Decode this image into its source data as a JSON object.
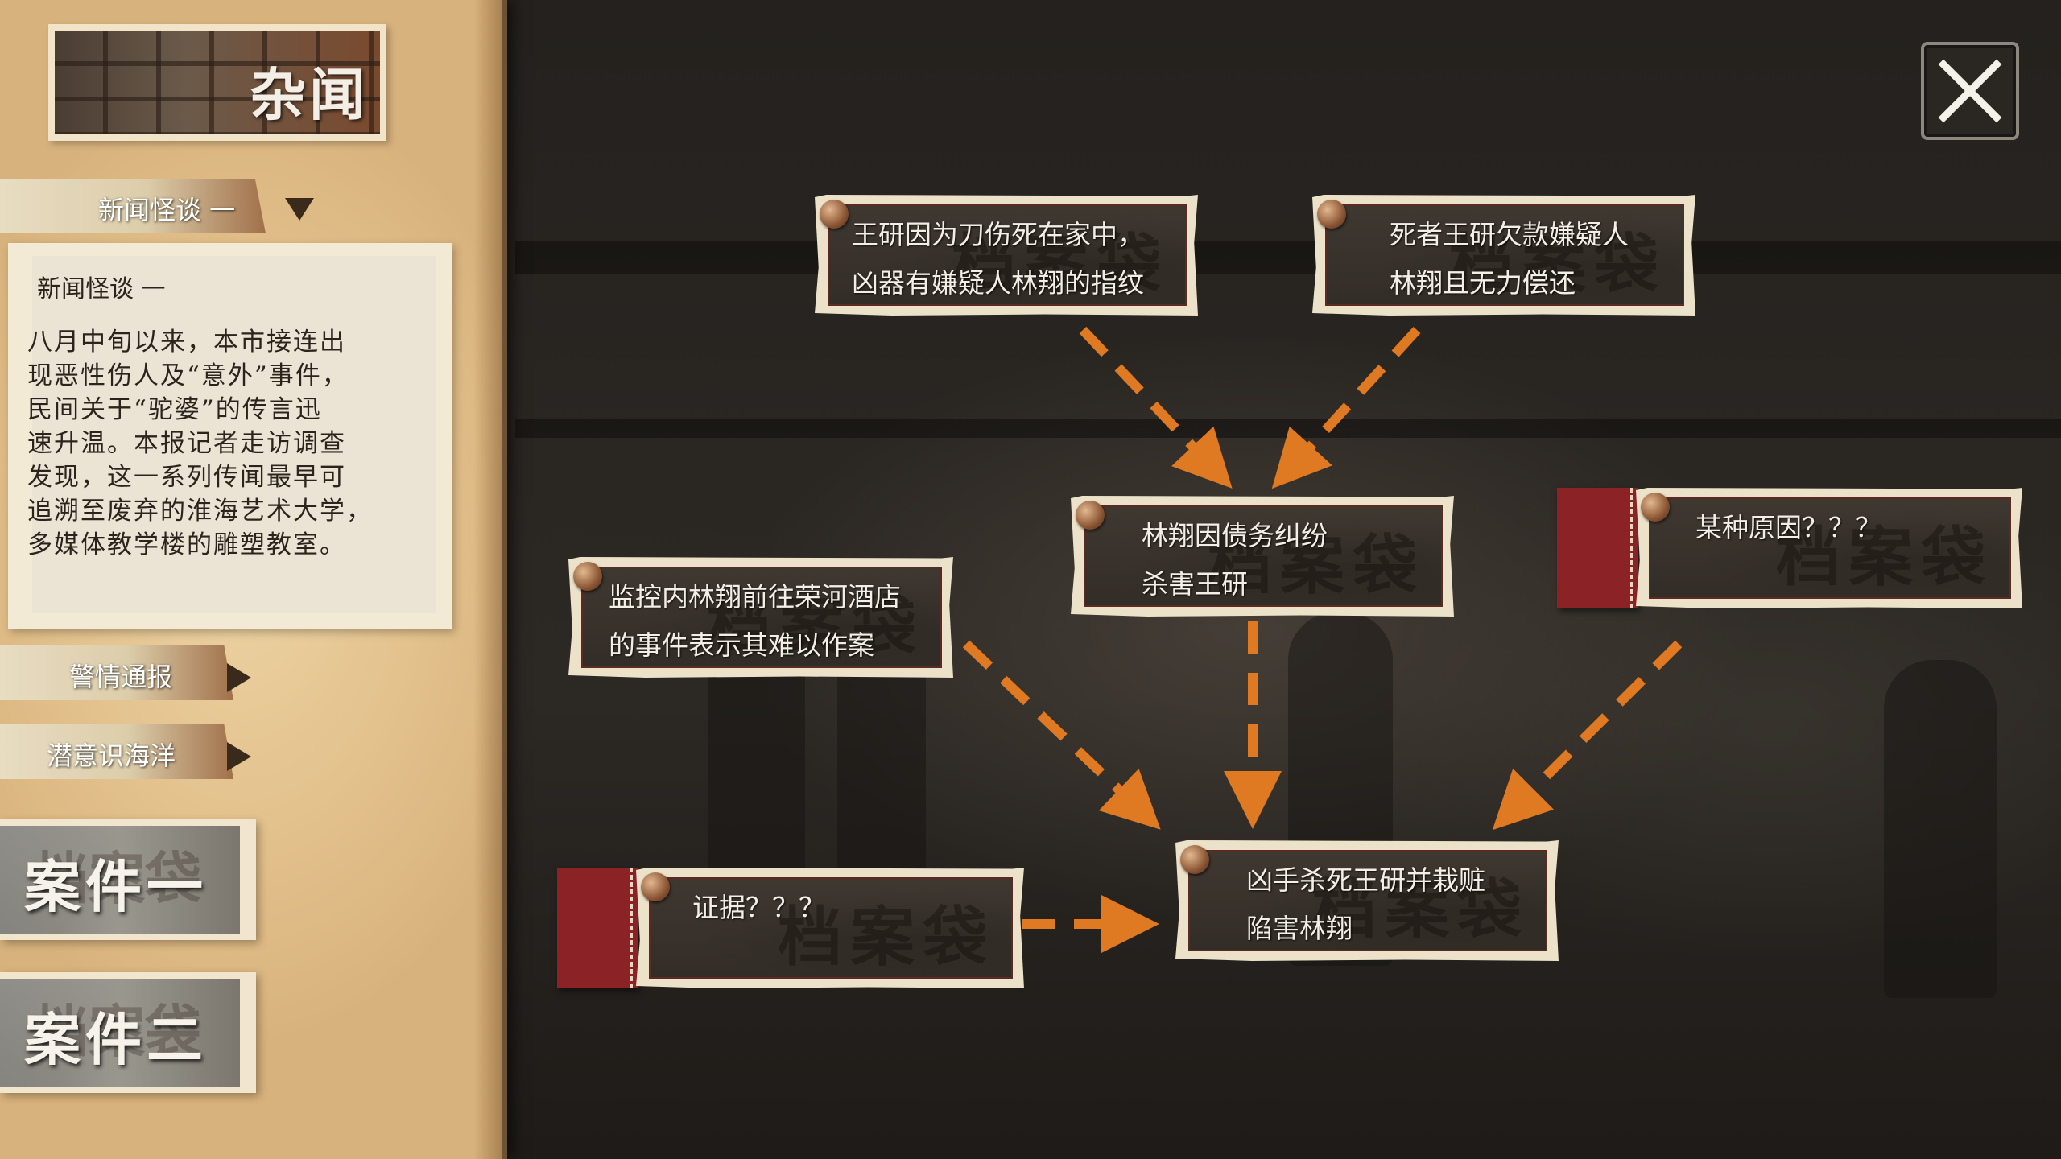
{
  "sidebar": {
    "title": "杂闻",
    "active_tab": "新闻怪谈 一",
    "news": {
      "title": "新闻怪谈 一",
      "lines": [
        "八月中旬以来，本市接连出",
        "现恶性伤人及“意外”事件，",
        "民间关于“驼婆”的传言迅",
        "速升温。本报记者走访调查",
        "发现，这一系列传闻最早可",
        "追溯至废弃的淮海艺术大学，",
        "多媒体教学楼的雕塑教室。"
      ]
    },
    "tabs": [
      {
        "label": "警情通报"
      },
      {
        "label": "潜意识海洋"
      }
    ],
    "cases": [
      {
        "label": "案件一"
      },
      {
        "label": "案件二"
      }
    ]
  },
  "clues": {
    "clue_1": {
      "line1": "王研因为刀伤死在家中，",
      "line2": "凶器有嫌疑人林翔的指纹"
    },
    "clue_2": {
      "line1": "死者王研欠款嫌疑人",
      "line2": "林翔且无力偿还"
    },
    "clue_3": {
      "line1": "林翔因债务纠纷",
      "line2": "杀害王研"
    },
    "clue_4": {
      "line1": "某种原因？？？"
    },
    "clue_5": {
      "line1": "监控内林翔前往荣河酒店",
      "line2": "的事件表示其难以作案"
    },
    "clue_6": {
      "line1": "证据？？？"
    },
    "clue_7": {
      "line1": "凶手杀死王研并栽赃",
      "line2": "陷害林翔"
    },
    "stamp": "档案袋"
  },
  "colors": {
    "arrow": "#e07a22",
    "red_tab": "#8b2226",
    "parchment": "#e2c08b"
  },
  "icons": {
    "close": "close-icon",
    "pin": "pin-icon",
    "dropdown": "triangle-down-icon",
    "expand": "triangle-right-icon"
  }
}
